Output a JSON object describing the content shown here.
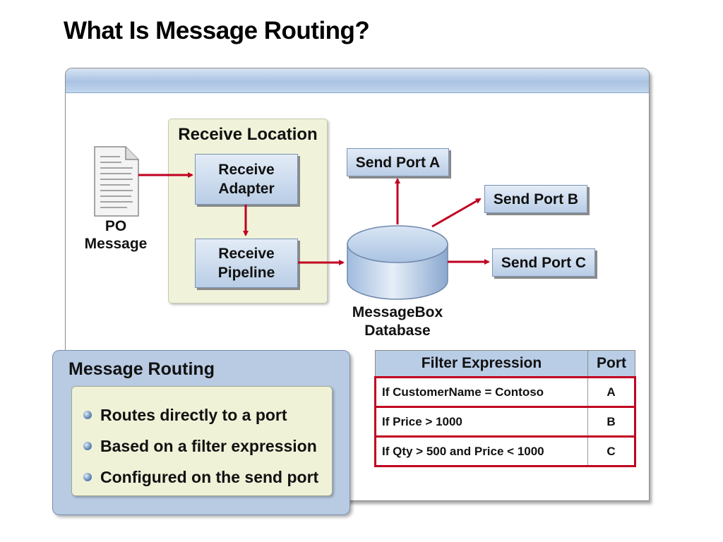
{
  "title": "What Is Message Routing?",
  "diagram": {
    "receive_location": "Receive Location",
    "receive_adapter": "Receive\nAdapter",
    "receive_pipeline": "Receive\nPipeline",
    "po_message": "PO\nMessage",
    "messagebox": "MessageBox\nDatabase",
    "send_port_a": "Send Port A",
    "send_port_b": "Send Port B",
    "send_port_c": "Send Port C",
    "arrow_color": "#c00020"
  },
  "message_routing": {
    "title": "Message Routing",
    "bullets": [
      "Routes directly to a port",
      "Based on a filter expression",
      "Configured on the send port"
    ]
  },
  "filter_table": {
    "headers": [
      "Filter Expression",
      "Port"
    ],
    "rows": [
      [
        "If CustomerName = Contoso",
        "A"
      ],
      [
        "If Price > 1000",
        "B"
      ],
      [
        "If Qty > 500 and Price < 1000",
        "C"
      ]
    ]
  }
}
